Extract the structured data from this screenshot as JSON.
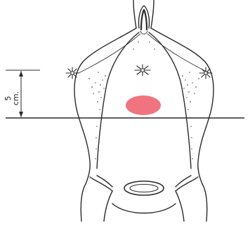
{
  "figure": {
    "scale_label": "5\ncm.",
    "scale_number": "5",
    "scale_unit": "cm.",
    "highlight_color": "#f0747f",
    "line_color": "#2a2a2a"
  }
}
